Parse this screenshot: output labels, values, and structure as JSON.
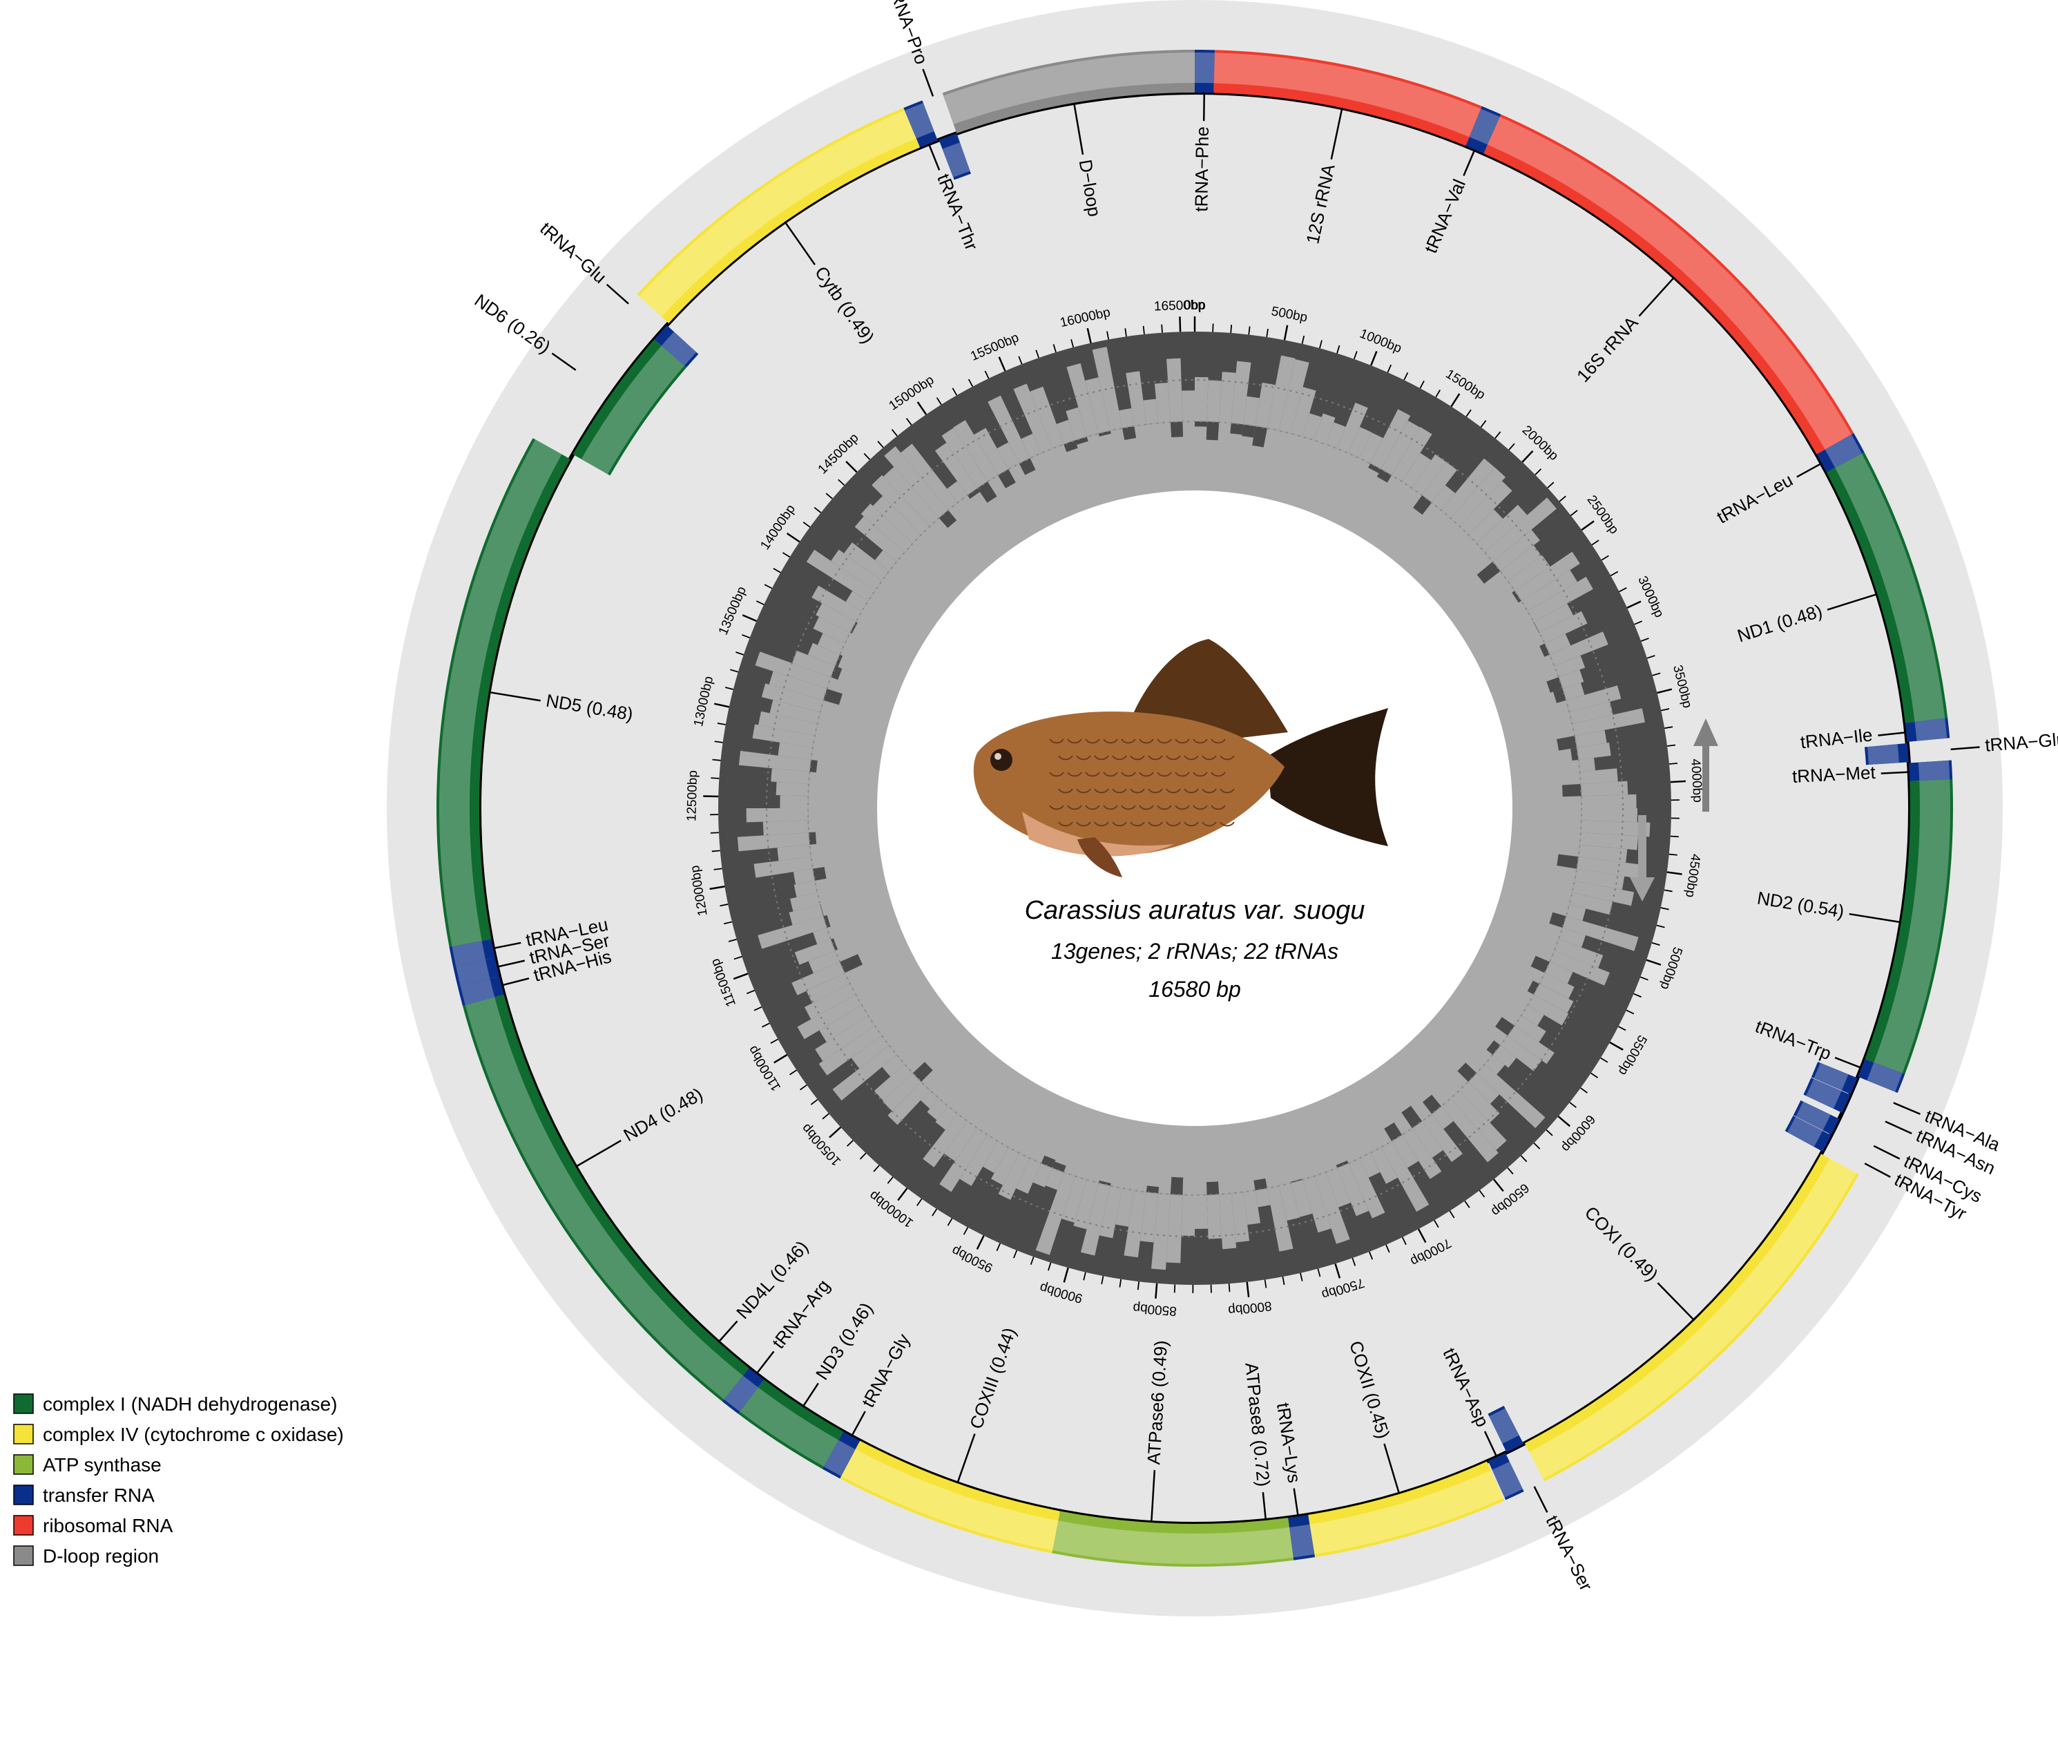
{
  "genome": {
    "species": "Carassius auratus var. suogu",
    "summary": "13genes; 2 rRNAs; 22 tRNAs",
    "length_label": "16580 bp",
    "length": 16580
  },
  "colors": {
    "complex_i": "#0f6b2f",
    "complex_iv": "#f5e33a",
    "atp": "#8cb83a",
    "trna": "#0a2f8a",
    "rrna": "#ee3b2d",
    "dloop": "#8a8a8a"
  },
  "legend": [
    {
      "label": "complex I (NADH dehydrogenase)",
      "color": "#0f6b2f"
    },
    {
      "label": "complex IV (cytochrome c oxidase)",
      "color": "#f5e33a"
    },
    {
      "label": "ATP synthase",
      "color": "#8cb83a"
    },
    {
      "label": "transfer RNA",
      "color": "#0a2f8a"
    },
    {
      "label": "ribosomal RNA",
      "color": "#ee3b2d"
    },
    {
      "label": "D-loop region",
      "color": "#8a8a8a"
    }
  ],
  "ticks": [
    "0bp",
    "500bp",
    "1000bp",
    "1500bp",
    "2000bp",
    "2500bp",
    "3000bp",
    "3500bp",
    "4000bp",
    "4500bp",
    "5000bp",
    "5500bp",
    "6000bp",
    "6500bp",
    "7000bp",
    "7500bp",
    "8000bp",
    "8500bp",
    "9000bp",
    "9500bp",
    "10000bp",
    "10500bp",
    "11000bp",
    "11500bp",
    "12000bp",
    "12500bp",
    "13000bp",
    "13500bp",
    "14000bp",
    "14500bp",
    "15000bp",
    "15500bp",
    "16000bp",
    "16500bp"
  ],
  "features": [
    {
      "name": "tRNA−Phe",
      "start": 0,
      "end": 70,
      "type": "trna",
      "strand": "outer"
    },
    {
      "name": "12S rRNA",
      "start": 70,
      "end": 1025,
      "type": "rrna",
      "strand": "outer"
    },
    {
      "name": "tRNA−Val",
      "start": 1025,
      "end": 1097,
      "type": "trna",
      "strand": "outer"
    },
    {
      "name": "16S rRNA",
      "start": 1097,
      "end": 2780,
      "type": "rrna",
      "strand": "outer"
    },
    {
      "name": "tRNA−Leu",
      "start": 2780,
      "end": 2856,
      "type": "trna",
      "strand": "outer"
    },
    {
      "name": "ND1 (0.48)",
      "start": 2856,
      "end": 3830,
      "type": "complex_i",
      "strand": "outer"
    },
    {
      "name": "tRNA−Ile",
      "start": 3830,
      "end": 3900,
      "type": "trna",
      "strand": "outer"
    },
    {
      "name": "tRNA−Gln",
      "start": 3905,
      "end": 3975,
      "type": "trna",
      "strand": "inner"
    },
    {
      "name": "tRNA−Met",
      "start": 3978,
      "end": 4045,
      "type": "trna",
      "strand": "outer"
    },
    {
      "name": "ND2 (0.54)",
      "start": 4045,
      "end": 5090,
      "type": "complex_i",
      "strand": "outer"
    },
    {
      "name": "tRNA−Trp",
      "start": 5090,
      "end": 5160,
      "type": "trna",
      "strand": "outer"
    },
    {
      "name": "tRNA−Ala",
      "start": 5165,
      "end": 5230,
      "type": "trna",
      "strand": "inner"
    },
    {
      "name": "tRNA−Asn",
      "start": 5232,
      "end": 5305,
      "type": "trna",
      "strand": "inner"
    },
    {
      "name": "tRNA−Cys",
      "start": 5330,
      "end": 5395,
      "type": "trna",
      "strand": "inner"
    },
    {
      "name": "tRNA−Tyr",
      "start": 5397,
      "end": 5465,
      "type": "trna",
      "strand": "inner"
    },
    {
      "name": "COXI (0.49)",
      "start": 5475,
      "end": 7025,
      "type": "complex_iv",
      "strand": "outer"
    },
    {
      "name": "tRNA−Ser",
      "start": 7030,
      "end": 7100,
      "type": "trna",
      "strand": "inner"
    },
    {
      "name": "tRNA−Asp",
      "start": 7105,
      "end": 7175,
      "type": "trna",
      "strand": "outer"
    },
    {
      "name": "COXII (0.45)",
      "start": 7180,
      "end": 7870,
      "type": "complex_iv",
      "strand": "outer"
    },
    {
      "name": "tRNA−Lys",
      "start": 7870,
      "end": 7945,
      "type": "trna",
      "strand": "outer"
    },
    {
      "name": "ATPase8 (0.72)",
      "start": 7945,
      "end": 8110,
      "type": "atp",
      "strand": "outer"
    },
    {
      "name": "ATPase6 (0.49)",
      "start": 8110,
      "end": 8790,
      "type": "atp",
      "strand": "outer"
    },
    {
      "name": "COXIII (0.44)",
      "start": 8790,
      "end": 9575,
      "type": "complex_iv",
      "strand": "outer"
    },
    {
      "name": "tRNA−Gly",
      "start": 9575,
      "end": 9645,
      "type": "trna",
      "strand": "outer"
    },
    {
      "name": "ND3 (0.46)",
      "start": 9645,
      "end": 9995,
      "type": "complex_i",
      "strand": "outer"
    },
    {
      "name": "tRNA−Arg",
      "start": 9995,
      "end": 10065,
      "type": "trna",
      "strand": "outer"
    },
    {
      "name": "ND4L (0.46)",
      "start": 10065,
      "end": 10360,
      "type": "complex_i",
      "strand": "outer"
    },
    {
      "name": "ND4 (0.48)",
      "start": 10360,
      "end": 11740,
      "type": "complex_i",
      "strand": "outer"
    },
    {
      "name": "tRNA−His",
      "start": 11740,
      "end": 11810,
      "type": "trna",
      "strand": "outer"
    },
    {
      "name": "tRNA−Ser",
      "start": 11810,
      "end": 11880,
      "type": "trna",
      "strand": "outer"
    },
    {
      "name": "tRNA−Leu",
      "start": 11880,
      "end": 11950,
      "type": "trna",
      "strand": "outer"
    },
    {
      "name": "ND5 (0.48)",
      "start": 11950,
      "end": 13780,
      "type": "complex_i",
      "strand": "outer"
    },
    {
      "name": "ND6 (0.26)",
      "start": 13800,
      "end": 14320,
      "type": "complex_i",
      "strand": "inner"
    },
    {
      "name": "tRNA−Glu",
      "start": 14320,
      "end": 14390,
      "type": "trna",
      "strand": "inner"
    },
    {
      "name": "Cytb (0.49)",
      "start": 14400,
      "end": 15540,
      "type": "complex_iv",
      "strand": "outer"
    },
    {
      "name": "tRNA−Thr",
      "start": 15540,
      "end": 15610,
      "type": "trna",
      "strand": "outer"
    },
    {
      "name": "tRNA−Pro",
      "start": 15615,
      "end": 15685,
      "type": "trna",
      "strand": "inner"
    },
    {
      "name": "D−loop",
      "start": 15685,
      "end": 16580,
      "type": "dloop",
      "strand": "outer"
    }
  ]
}
